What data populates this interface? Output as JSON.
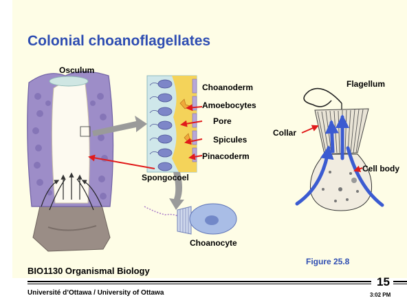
{
  "slide": {
    "title": "Colonial choanoflagellates",
    "course": "BIO1130 Organismal Biology",
    "university": "Université d’Ottawa / University of Ottawa",
    "page_number": "15",
    "time": "3:02 PM",
    "figure_ref": "Figure 25.8"
  },
  "sponge_labels": {
    "osculum": "Osculum",
    "spongocoel": "Spongocoel",
    "choanocyte": "Choanocyte"
  },
  "wall_labels": {
    "choanoderm": "Choanoderm",
    "amoebocytes": "Amoebocytes",
    "pore": "Pore",
    "spicules": "Spicules",
    "pinacoderm": "Pinacoderm"
  },
  "cell_labels": {
    "flagellum": "Flagellum",
    "collar": "Collar",
    "cell_body": "Cell body"
  },
  "colors": {
    "title_blue": "#2e4db2",
    "arrow_red": "#e11b1b",
    "flow_blue": "#3b5bd1",
    "background": "#fefde6"
  }
}
